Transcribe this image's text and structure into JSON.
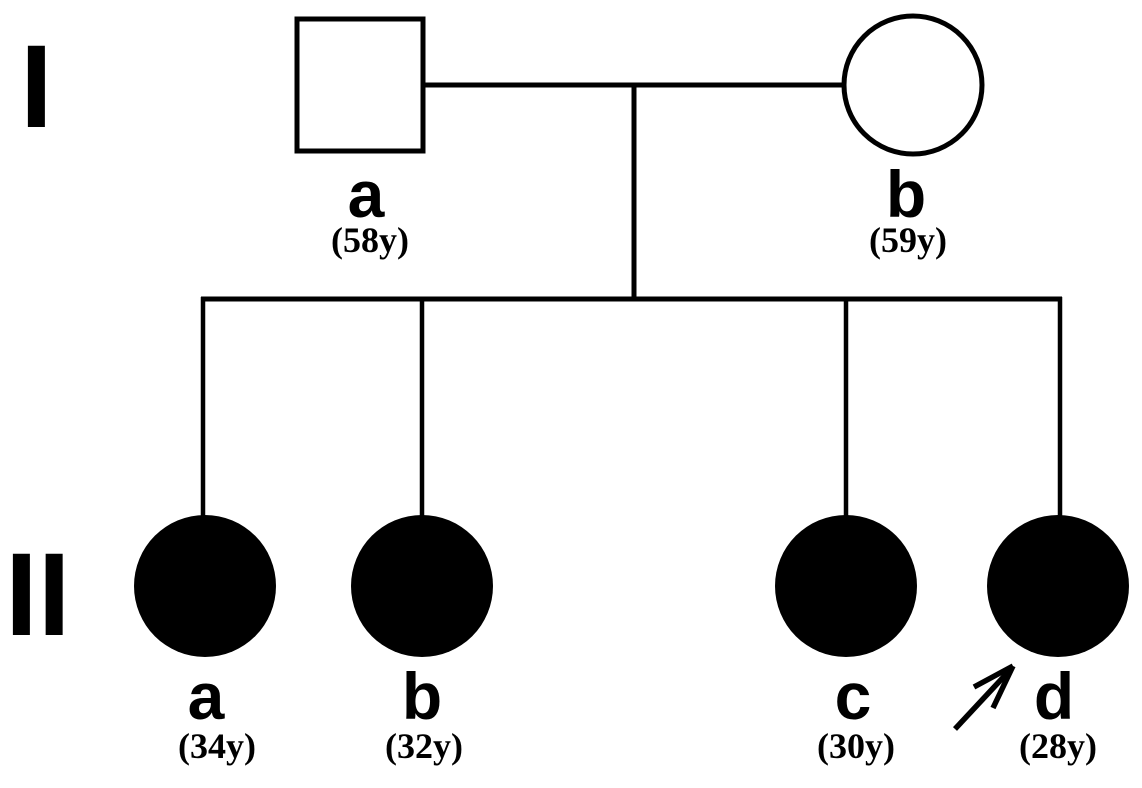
{
  "page": {
    "background_color": "#ffffff",
    "line_color": "#000000"
  },
  "symbols": {
    "affected_fill": "#000000",
    "unaffected_fill": "#ffffff",
    "stroke_color": "#000000",
    "male_symbol": "square",
    "female_symbol": "circle",
    "proband_marker": "arrow"
  },
  "generations": [
    {
      "label": "I",
      "individuals": [
        {
          "id": "a",
          "age": "(58y)",
          "sex": "male",
          "affected": false
        },
        {
          "id": "b",
          "age": "(59y)",
          "sex": "female",
          "affected": false
        }
      ]
    },
    {
      "label": "II",
      "individuals": [
        {
          "id": "a",
          "age": "(34y)",
          "sex": "female",
          "affected": true
        },
        {
          "id": "b",
          "age": "(32y)",
          "sex": "female",
          "affected": true
        },
        {
          "id": "c",
          "age": "(30y)",
          "sex": "female",
          "affected": true
        },
        {
          "id": "d",
          "age": "(28y)",
          "sex": "female",
          "affected": true,
          "proband": true
        }
      ]
    }
  ]
}
